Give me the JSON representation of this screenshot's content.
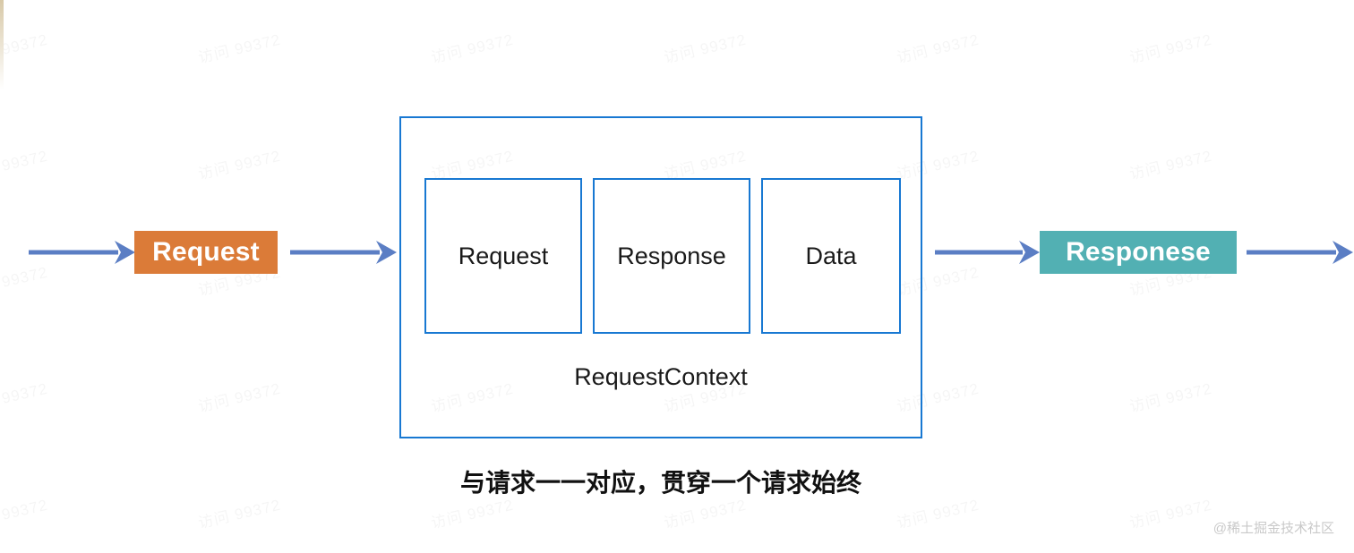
{
  "diagram": {
    "title": "RequestContext request lifecycle flow",
    "colors": {
      "arrow": "#5B7EC4",
      "request_box_fill": "#DB7B38",
      "response_box_fill": "#52B0B3",
      "box_border": "#1878D2",
      "text_dark": "#1a1a1a",
      "watermark": "#c9c9c9",
      "background": "#ffffff"
    },
    "request_box": {
      "label": "Request"
    },
    "response_box": {
      "label": "Responese"
    },
    "context_box": {
      "label": "RequestContext",
      "items": [
        {
          "label": "Request"
        },
        {
          "label": "Response"
        },
        {
          "label": "Data"
        }
      ]
    },
    "caption": "与请求一一对应，贯穿一个请求始终",
    "arrows": [
      {
        "name": "inbound-arrow"
      },
      {
        "name": "request-to-context-arrow"
      },
      {
        "name": "context-to-response-arrow"
      },
      {
        "name": "outbound-arrow"
      }
    ]
  },
  "watermark": {
    "tile_text": "访问 99372",
    "credit": "@稀土掘金技术社区"
  }
}
